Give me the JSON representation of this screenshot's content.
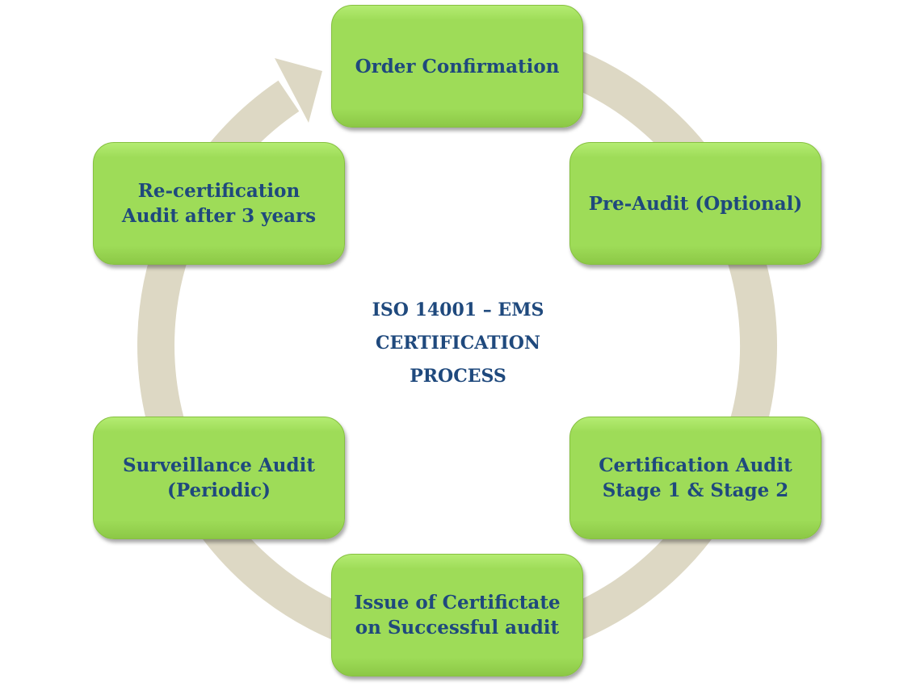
{
  "title_lines": [
    "ISO 14001 – EMS",
    "CERTIFICATION",
    "PROCESS"
  ],
  "steps": [
    {
      "lines": [
        "Order Confirmation"
      ]
    },
    {
      "lines": [
        "Pre-Audit (Optional)"
      ]
    },
    {
      "lines": [
        "Certification Audit",
        "Stage 1 & Stage 2"
      ]
    },
    {
      "lines": [
        "Issue of Certifictate",
        "on Successful audit"
      ]
    },
    {
      "lines": [
        "Surveillance Audit",
        "(Periodic)"
      ]
    },
    {
      "lines": [
        "Re-certification",
        "Audit after 3 years"
      ]
    }
  ],
  "colors": {
    "box": "#9edc58",
    "text": "#1f497d",
    "ring": "#ddd8c4"
  }
}
